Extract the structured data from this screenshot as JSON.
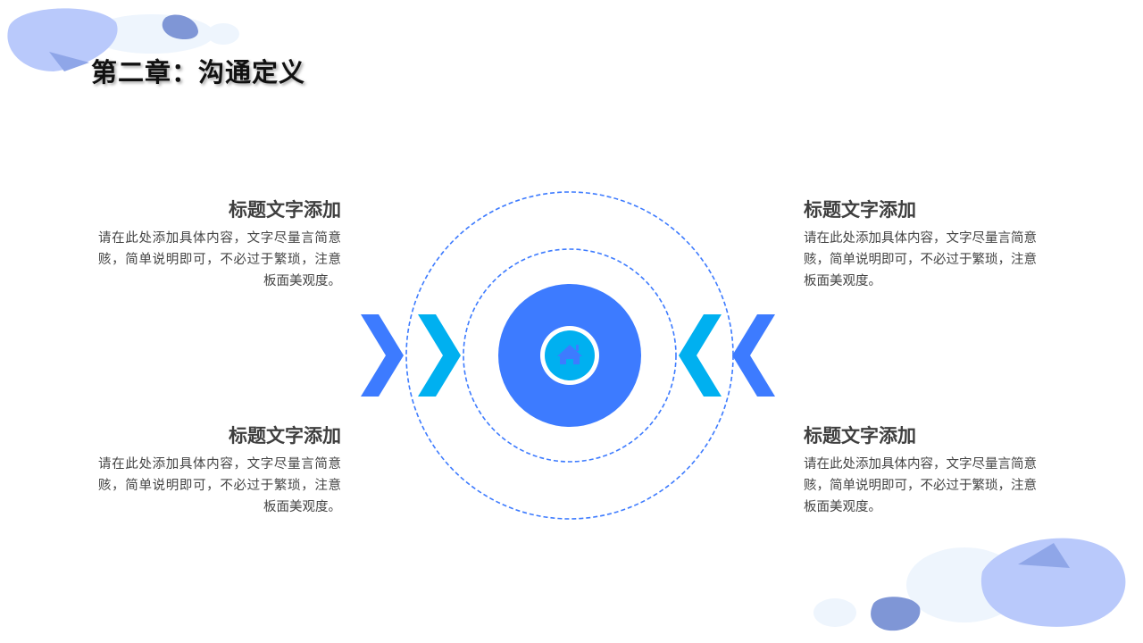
{
  "title": "第二章：沟通定义",
  "items": [
    {
      "title": "标题文字添加",
      "body": "请在此处添加具体内容，文字尽量言简意赅，简单说明即可，不必过于繁琐，注意板面美观度。"
    },
    {
      "title": "标题文字添加",
      "body": "请在此处添加具体内容，文字尽量言简意赅，简单说明即可，不必过于繁琐，注意板面美观度。"
    },
    {
      "title": "标题文字添加",
      "body": "请在此处添加具体内容，文字尽量言简意赅，简单说明即可，不必过于繁琐，注意板面美观度。"
    },
    {
      "title": "标题文字添加",
      "body": "请在此处添加具体内容，文字尽量言简意赅，简单说明即可，不必过于繁琐，注意板面美观度。"
    }
  ],
  "center_icon": "home-icon",
  "colors": {
    "primary": "#3d7bff",
    "accent": "#00b0f0",
    "decor": "#b9c9fb"
  }
}
